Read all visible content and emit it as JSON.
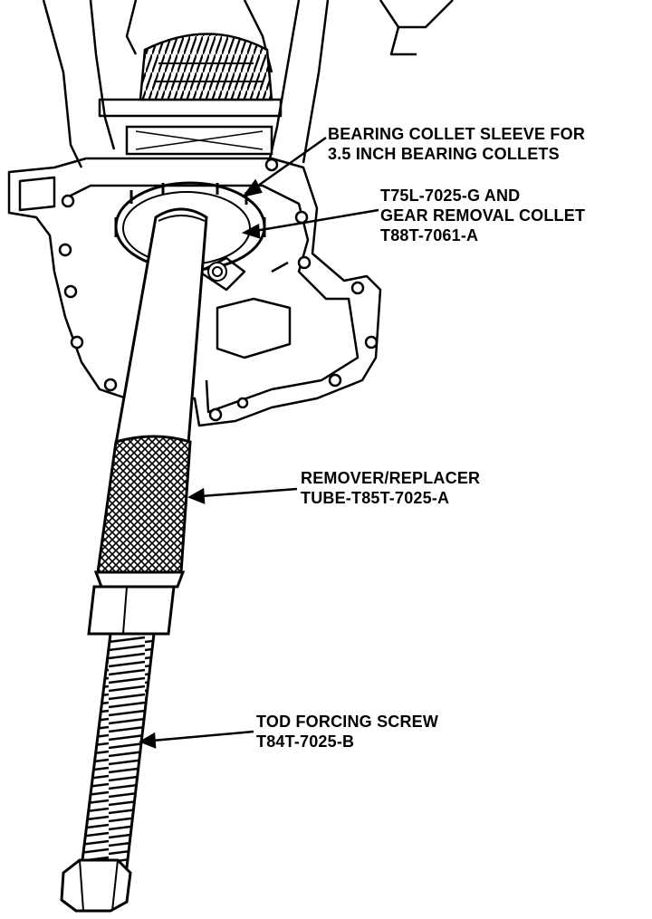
{
  "callouts": {
    "collet_sleeve": {
      "line1": "BEARING COLLET SLEEVE FOR",
      "line2": "3.5 INCH BEARING COLLETS"
    },
    "gear_collet": {
      "line1": "T75L-7025-G AND",
      "line2": "GEAR REMOVAL COLLET",
      "line3": "T88T-7061-A"
    },
    "remover_tube": {
      "line1": "REMOVER/REPLACER",
      "line2": "TUBE-T85T-7025-A"
    },
    "forcing_screw": {
      "line1": "TOD FORCING SCREW",
      "line2": "T84T-7025-B"
    }
  },
  "colors": {
    "ink": "#000000",
    "paper": "#ffffff"
  }
}
